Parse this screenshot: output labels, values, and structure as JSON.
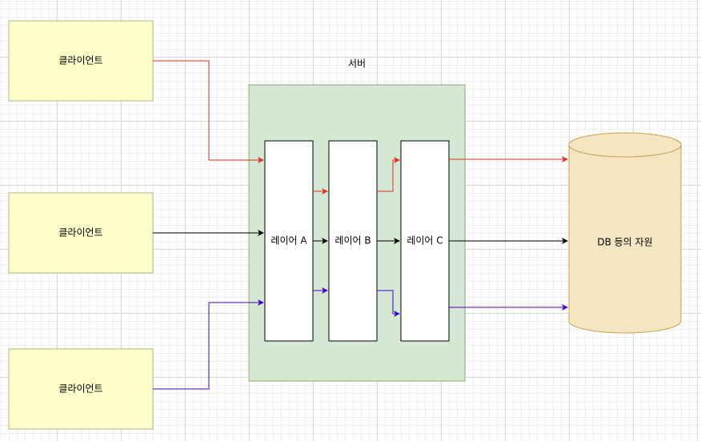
{
  "clients": [
    {
      "label": "클라이언트",
      "flow_color": "#dd3322"
    },
    {
      "label": "클라이언트",
      "flow_color": "#000000"
    },
    {
      "label": "클라이언트",
      "flow_color": "#4400cc"
    }
  ],
  "server": {
    "label": "서버"
  },
  "layers": [
    {
      "label": "레이어 A"
    },
    {
      "label": "레이어 B"
    },
    {
      "label": "레이어 C"
    }
  ],
  "resource": {
    "label": "DB 등의 자원"
  },
  "colors": {
    "client_fill": "#ffffcc",
    "client_stroke": "#b5b57a",
    "server_fill": "#d5e8d4",
    "server_stroke": "#82b366",
    "layer_fill": "#ffffff",
    "layer_stroke": "#000000",
    "db_fill": "#f5e6c3",
    "db_stroke": "#c8a24a",
    "flow_red": "#dd3322",
    "flow_black": "#000000",
    "flow_blue": "#4400cc"
  }
}
